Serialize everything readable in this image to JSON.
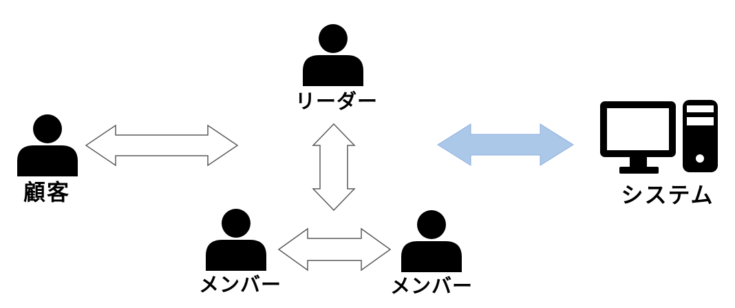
{
  "diagram": {
    "nodes": {
      "leader": {
        "label": "リーダー",
        "icon": "person-icon"
      },
      "customer": {
        "label": "顧客",
        "icon": "person-icon"
      },
      "member_left": {
        "label": "メンバー",
        "icon": "person-icon"
      },
      "member_right": {
        "label": "メンバー",
        "icon": "person-icon"
      },
      "system": {
        "label": "システム",
        "icon": "computer-icon"
      }
    },
    "connections": [
      {
        "from": "顧客",
        "to": "リーダー",
        "type": "double-arrow",
        "style": "outline"
      },
      {
        "from": "リーダー",
        "to": "メンバー",
        "type": "double-arrow",
        "style": "outline"
      },
      {
        "from": "メンバー",
        "to": "メンバー",
        "type": "double-arrow",
        "style": "outline"
      },
      {
        "from": "リーダー",
        "to": "システム",
        "type": "double-arrow",
        "style": "blue"
      }
    ],
    "colors": {
      "background": "#ffffff",
      "icon": "#000000",
      "label": "#000000",
      "outline_arrow_fill": "#ffffff",
      "outline_arrow_stroke": "#595959",
      "blue_arrow_fill": "#abc8e9",
      "blue_arrow_stroke": "#8eaede"
    }
  }
}
